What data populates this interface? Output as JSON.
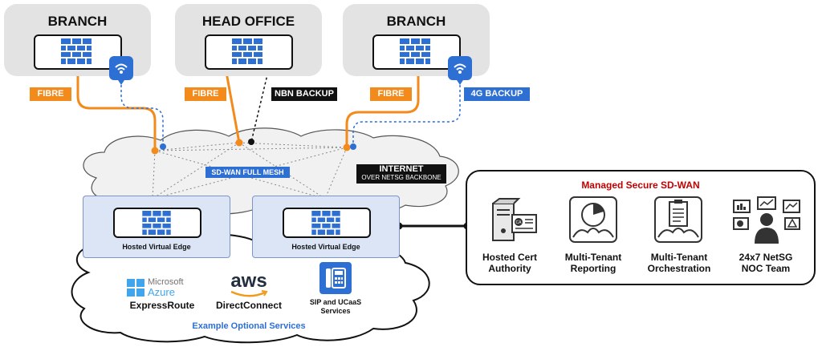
{
  "sites": [
    {
      "title": "BRANCH",
      "wan": "FIBRE",
      "backup": ""
    },
    {
      "title": "HEAD OFFICE",
      "wan": "FIBRE",
      "backup": "NBN BACKUP"
    },
    {
      "title": "BRANCH",
      "wan": "FIBRE",
      "backup": "4G BACKUP"
    }
  ],
  "mesh_label": "SD-WAN FULL MESH",
  "internet": {
    "title": "INTERNET",
    "subtitle": "OVER NETSG BACKBONE"
  },
  "edges": [
    {
      "label": "Hosted Virtual Edge"
    },
    {
      "label": "Hosted Virtual Edge"
    }
  ],
  "services": {
    "caption": "Example Optional Services",
    "azure_logo_top": "Microsoft",
    "azure_logo_bottom": "Azure",
    "azure_label": "ExpressRoute",
    "aws_logo": "aws",
    "aws_label": "DirectConnect",
    "sip_label_1": "SIP and UCaaS",
    "sip_label_2": "Services"
  },
  "managed": {
    "title": "Managed Secure SD-WAN",
    "items": [
      {
        "line1": "Hosted Cert",
        "line2": "Authority",
        "icon": "certificate-server-icon"
      },
      {
        "line1": "Multi-Tenant",
        "line2": "Reporting",
        "icon": "pie-chart-icon"
      },
      {
        "line1": "Multi-Tenant",
        "line2": "Orchestration",
        "icon": "clipboard-icon"
      },
      {
        "line1": "24x7 NetSG",
        "line2": "NOC Team",
        "icon": "noc-operator-icon"
      }
    ]
  },
  "colors": {
    "fibre": "#f28a1c",
    "backup_4g": "#2e6fd3",
    "backup_nbn": "#111111",
    "firewall": "#2e6fd3",
    "edge_fill": "#dbe5f6",
    "managed_title": "#c00000",
    "services_caption": "#2e6fd3"
  }
}
